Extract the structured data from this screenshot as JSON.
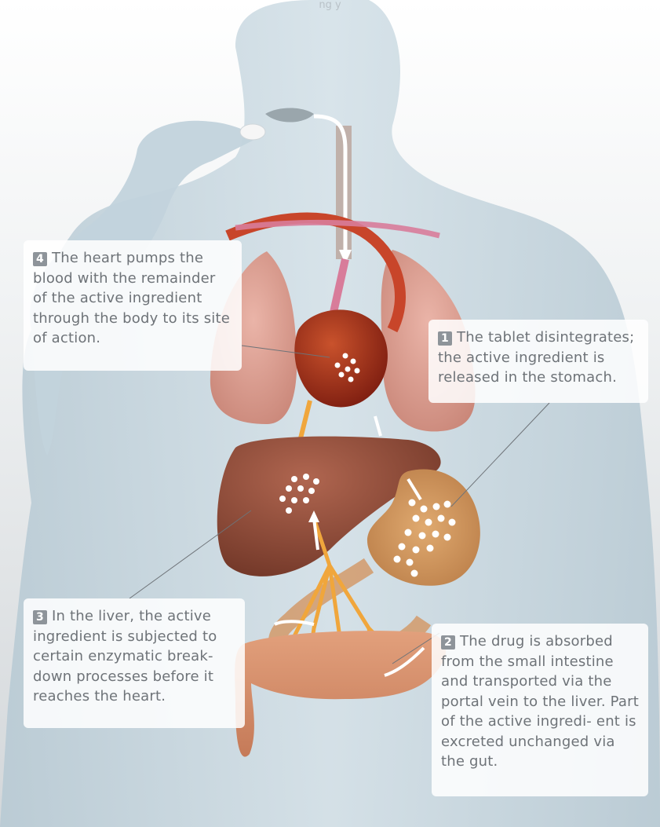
{
  "top_caption": "ng                    y",
  "callouts": [
    {
      "id": "c1",
      "number": "1",
      "text": "The tablet disintegrates; the active ingredient is released in the stomach."
    },
    {
      "id": "c2",
      "number": "2",
      "text": "The drug is absorbed from the small intestine and transported via the portal vein to the liver. Part of the active ingredi- ent is excreted unchanged via the gut."
    },
    {
      "id": "c3",
      "number": "3",
      "text": "In the liver, the active ingredient is subjected to certain enzymatic break- down processes before it reaches the heart."
    },
    {
      "id": "c4",
      "number": "4",
      "text": "The heart pumps the blood with the remainder of the active ingredient through the body to its site of action."
    }
  ],
  "colors": {
    "background_top": "#ffffff",
    "background_bottom": "#d5d9dc",
    "body": "#c9d8e0",
    "heart": "#a8321a",
    "liver": "#8e4a38",
    "lungs": "#e0a498",
    "stomach": "#d49a62",
    "intestine": "#d8926e",
    "vessels": "#f0a63c",
    "callout_text": "#6e7378",
    "number_badge": "#8e949a"
  }
}
